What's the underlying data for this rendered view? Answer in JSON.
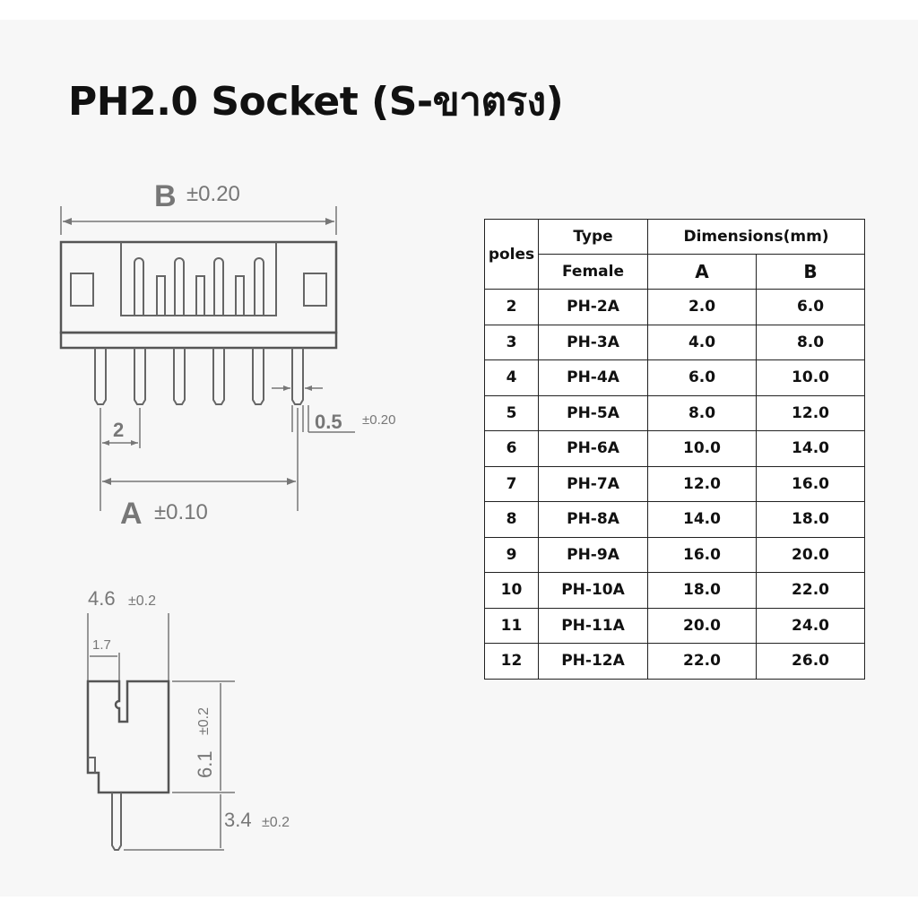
{
  "title": "PH2.0 Socket (S-ขาตรง)",
  "drawing": {
    "front": {
      "b_label": "B",
      "b_tol": "±0.20",
      "pitch": "2",
      "pin_width": "0.5",
      "pin_width_tol": "±0.20",
      "a_label": "A",
      "a_tol": "±0.10"
    },
    "side": {
      "width": "4.6",
      "width_tol": "±0.2",
      "slot": "1.7",
      "height": "6.1",
      "height_tol": "±0.2",
      "pin_len": "3.4",
      "pin_len_tol": "±0.2"
    }
  },
  "table": {
    "col_poles": "poles",
    "col_type": "Type",
    "col_female": "Female",
    "col_dimensions": "Dimensions(mm)",
    "col_a": "A",
    "col_b": "B",
    "rows": [
      {
        "poles": "2",
        "type": "PH-2A",
        "a": "2.0",
        "b": "6.0"
      },
      {
        "poles": "3",
        "type": "PH-3A",
        "a": "4.0",
        "b": "8.0"
      },
      {
        "poles": "4",
        "type": "PH-4A",
        "a": "6.0",
        "b": "10.0"
      },
      {
        "poles": "5",
        "type": "PH-5A",
        "a": "8.0",
        "b": "12.0"
      },
      {
        "poles": "6",
        "type": "PH-6A",
        "a": "10.0",
        "b": "14.0"
      },
      {
        "poles": "7",
        "type": "PH-7A",
        "a": "12.0",
        "b": "16.0"
      },
      {
        "poles": "8",
        "type": "PH-8A",
        "a": "14.0",
        "b": "18.0"
      },
      {
        "poles": "9",
        "type": "PH-9A",
        "a": "16.0",
        "b": "20.0"
      },
      {
        "poles": "10",
        "type": "PH-10A",
        "a": "18.0",
        "b": "22.0"
      },
      {
        "poles": "11",
        "type": "PH-11A",
        "a": "20.0",
        "b": "24.0"
      },
      {
        "poles": "12",
        "type": "PH-12A",
        "a": "22.0",
        "b": "26.0"
      }
    ]
  }
}
